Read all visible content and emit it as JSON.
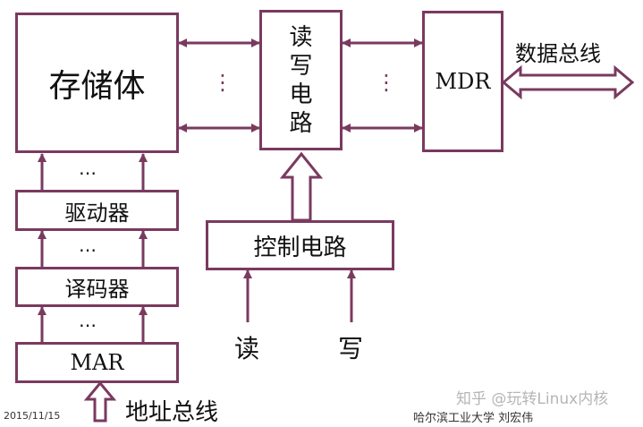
{
  "colors": {
    "frame": "#7a3a5f",
    "text": "#111111"
  },
  "blocks": {
    "storage": "存储体",
    "rw_circuit": [
      "读",
      "写",
      "电",
      "路"
    ],
    "mdr": "MDR",
    "driver": "驱动器",
    "decoder": "译码器",
    "mar": "MAR",
    "control": "控制电路"
  },
  "labels": {
    "data_bus": "数据总线",
    "addr_bus": "地址总线",
    "read": "读",
    "write": "写",
    "ellipsis_h": "…",
    "ellipsis_v": "⋮"
  },
  "footer": {
    "date": "2015/11/15",
    "source": "哈尔滨工业大学 刘宏伟",
    "watermark": "知乎 @玩转Linux内核"
  }
}
